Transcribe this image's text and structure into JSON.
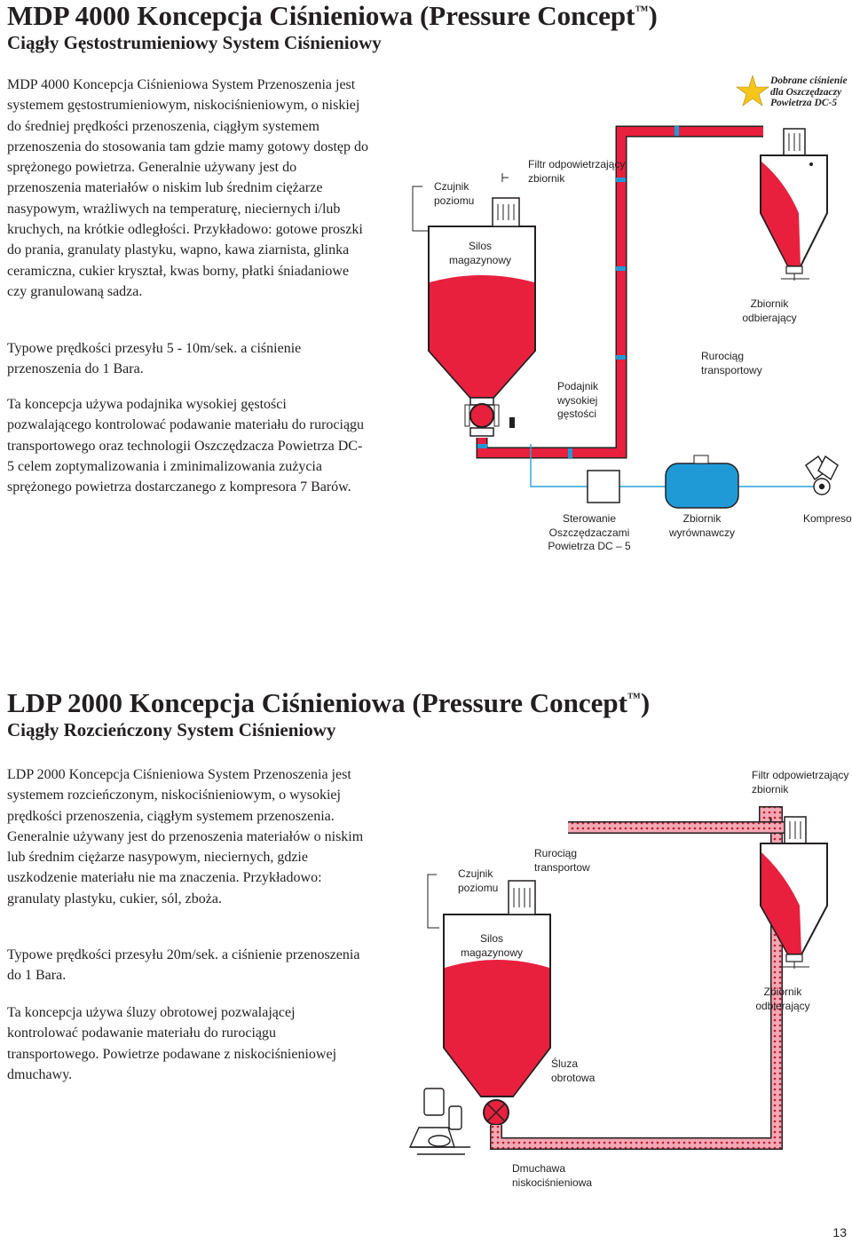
{
  "mdp": {
    "title": "MDP 4000 Koncepcja Ciśnieniowa (Pressure Concept",
    "title_tm": "™",
    "title_close": ")",
    "subtitle": "Ciągły Gęstostrumieniowy System Ciśnieniowy",
    "paragraphs": [
      "MDP 4000 Koncepcja Ciśnieniowa System Przenoszenia jest systemem gęstostrumieniowym, niskociśnieniowym, o niskiej do średniej prędkości przenoszenia, ciągłym systemem przenoszenia do stosowania tam gdzie mamy gotowy dostęp do sprężonego powietrza. Generalnie używany jest do przenoszenia materiałów o niskim lub średnim ciężarze nasypowym, wrażliwych na temperaturę, nieciernych i/lub kruchych, na krótkie odległości. Przykładowo: gotowe proszki do prania, granulaty plastyku, wapno, kawa ziarnista, glinka ceramiczna, cukier kryształ, kwas borny, płatki śniadaniowe czy granulowaną sadza.",
      "Typowe prędkości przesyłu 5 - 10m/sek. a ciśnienie przenoszenia do 1 Bara.",
      "Ta koncepcja używa podajnika wysokiej gęstości pozwalającego kontrolować podawanie materiału do rurociągu transportowego oraz technologii Oszczędzacza Powietrza DC-5 celem zoptymalizowania i zminimalizowania zużycia sprężonego powietrza dostarczanego z kompresora 7 Barów."
    ],
    "diagram": {
      "star_label": [
        "Dobrane ciśnienie",
        "dla Oszczędzaczy",
        "Powietrza DC-5"
      ],
      "czujnik": [
        "Czujnik",
        "poziomu"
      ],
      "filtr": [
        "Filtr odpowietrzający",
        "zbiornik"
      ],
      "silos": [
        "Silos",
        "magazynowy"
      ],
      "zbiornik_odb": [
        "Zbiornik",
        "odbierający"
      ],
      "rurociag": [
        "Rurociąg",
        "transportowy"
      ],
      "podajnik": [
        "Podajnik",
        "wysokiej",
        "gęstości"
      ],
      "sterowanie": [
        "Sterowanie",
        "Oszczędzaczami",
        "Powietrza DC – 5"
      ],
      "zbiornik_wyr": [
        "Zbiornik",
        "wyrównawczy"
      ],
      "kompresor": "Kompresor"
    }
  },
  "ldp": {
    "title": "LDP 2000 Koncepcja Ciśnieniowa (Pressure Concept",
    "title_tm": "™",
    "title_close": ")",
    "subtitle": "Ciągły Rozcieńczony System Ciśnieniowy",
    "paragraphs": [
      "LDP 2000 Koncepcja Ciśnieniowa System Przenoszenia jest systemem rozcieńczonym, niskociśnieniowym, o wysokiej prędkości przenoszenia, ciągłym systemem przenoszenia. Generalnie używany jest do przenoszenia materiałów o niskim lub średnim ciężarze nasypowym, nieciernych, gdzie uszkodzenie materiału nie ma znaczenia. Przykładowo: granulaty plastyku, cukier, sól, zboża.",
      "Typowe prędkości przesyłu 20m/sek. a ciśnienie przenoszenia do 1 Bara.",
      "Ta koncepcja używa śluzy obrotowej pozwalającej kontrolować podawanie materiału do rurociągu transportowego. Powietrze podawane z niskociśnieniowej dmuchawy."
    ],
    "diagram": {
      "filtr": [
        "Filtr odpowietrzający",
        "zbiornik"
      ],
      "czujnik": [
        "Czujnik",
        "poziomu"
      ],
      "rurociag": [
        "Rurociąg",
        "transportow"
      ],
      "silos": [
        "Silos",
        "magazynowy"
      ],
      "zbiornik_odb": [
        "Zbiornik",
        "odbierający"
      ],
      "sluza": [
        "Śluza",
        "obrotowa"
      ],
      "dmuchawa": [
        "Dmuchawa",
        "niskociśnieniowa"
      ]
    }
  },
  "page_number": "13",
  "colors": {
    "material": "#e8203e",
    "pipe_band": "#1f9ad6",
    "outline": "#231f20",
    "air_line": "#29a3dc",
    "star": "#f6c51a"
  }
}
